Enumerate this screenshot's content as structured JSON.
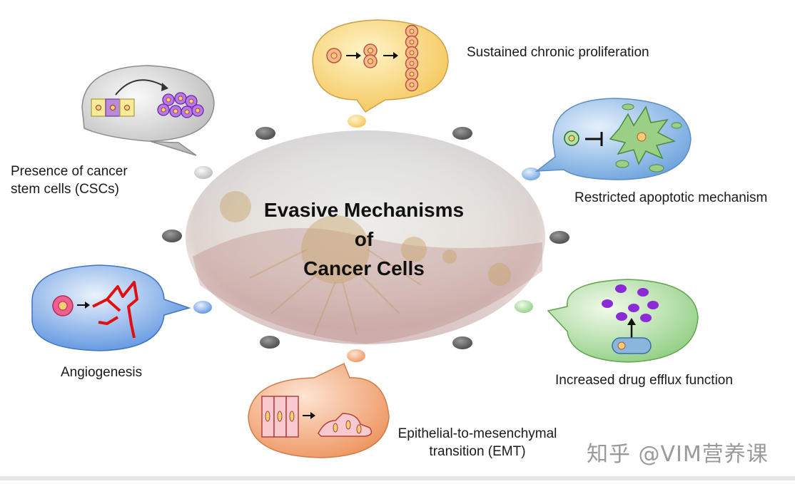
{
  "title": {
    "line1": "Evasive Mechanisms",
    "line2": "of",
    "line3": "Cancer Cells"
  },
  "mechanisms": [
    {
      "id": "proliferation",
      "label_lines": [
        "Sustained chronic proliferation"
      ],
      "color": "#f8cf6a"
    },
    {
      "id": "apoptosis",
      "label_lines": [
        "Restricted apoptotic mechanism"
      ],
      "color": "#8fbbe8"
    },
    {
      "id": "drug-efflux",
      "label_lines": [
        "Increased drug efflux function"
      ],
      "color": "#a9dba0"
    },
    {
      "id": "emt",
      "label_lines": [
        "Epithelial-to-mesenchymal",
        "transition (EMT)"
      ],
      "color": "#f2a676"
    },
    {
      "id": "angiogenesis",
      "label_lines": [
        "Angiogenesis"
      ],
      "color": "#7aa7e8"
    },
    {
      "id": "csc",
      "label_lines": [
        "Presence of cancer",
        "stem cells (CSCs)"
      ],
      "color": "#c9c9c9"
    }
  ],
  "watermark": "知乎 @VIM营养课"
}
